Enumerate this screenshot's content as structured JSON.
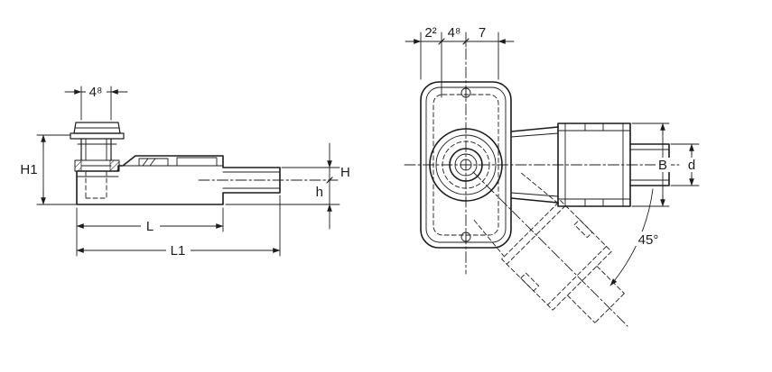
{
  "page": {
    "background": "#ffffff",
    "line_color": "#1c1c1c",
    "description": "Technical dimensional drawing of a floor drain with horizontal outlet, side view and front view"
  },
  "side_view": {
    "labels": {
      "cap_width": "4⁸",
      "total_height": "H1",
      "outlet_height": "H",
      "center_height": "h",
      "length": "L",
      "total_length": "L1"
    }
  },
  "front_view": {
    "labels": {
      "offset_left": "2²",
      "offset_mid": "4⁸",
      "offset_right": "7",
      "outlet_body_height": "B",
      "outlet_diameter": "d",
      "rotation_angle": "45°"
    }
  }
}
